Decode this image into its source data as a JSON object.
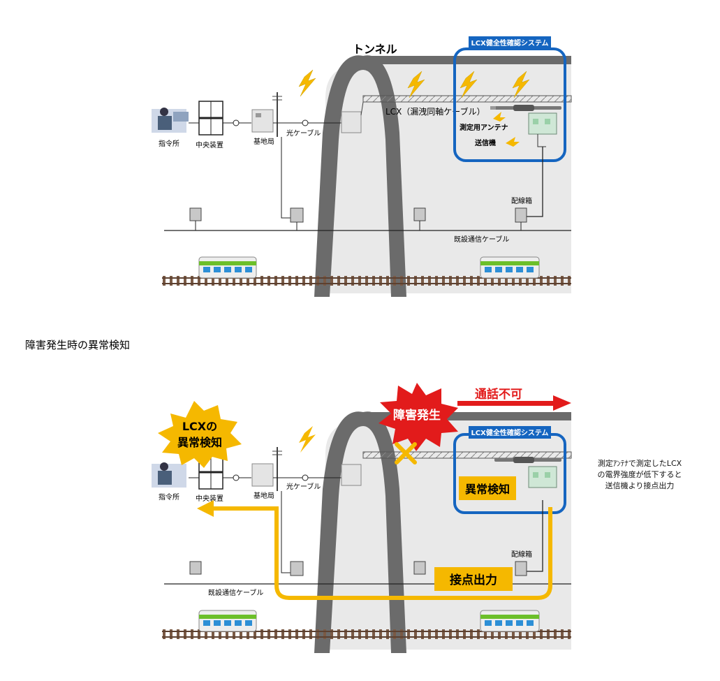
{
  "colors": {
    "tunnel": "#6b6b6b",
    "tunnel_interior": "#e8e8e8",
    "system_frame": "#1565c0",
    "accent_yellow": "#f5b800",
    "alert_red": "#e21b1b",
    "train_green": "#6cbf2a",
    "train_blue": "#2d8fd6",
    "rail": "#8a6a55"
  },
  "icons": [
    "dispatcher-icon",
    "central-equipment-icon",
    "base-station-icon",
    "radio-wave-icon",
    "antenna-icon",
    "transmitter-icon",
    "junction-box-icon",
    "train-icon",
    "cross-mark-icon",
    "arrow-icon"
  ],
  "diagram_top": {
    "tunnel_label": "トンネル",
    "system_title": "LCX健全性確認システム",
    "lcx_label": "LCX（漏洩同軸ケーブル）",
    "antenna_label": "測定用アンテナ",
    "transmitter_label": "送信機",
    "dispatch_label": "指令所",
    "central_label": "中央装置",
    "base_station_label": "基地局",
    "optical_cable_label": "光ケーブル",
    "junction_box_label": "配線箱",
    "existing_cable_label": "既設通信ケーブル"
  },
  "section_heading": "障害発生時の異常検知",
  "diagram_bottom": {
    "system_title": "LCX健全性確認システム",
    "lcx_alert_line1": "LCXの",
    "lcx_alert_line2": "異常検知",
    "fault_label": "障害発生",
    "no_call_label": "通話不可",
    "anomaly_label": "異常検知",
    "contact_output_label": "接点出力",
    "dispatch_label": "指令所",
    "central_label": "中央装置",
    "base_station_label": "基地局",
    "optical_cable_label": "光ケーブル",
    "junction_box_label": "配線箱",
    "existing_cable_label": "既設通信ケーブル",
    "side_note": "測定ｱﾝﾃﾅで測定したLCX\nの電界強度が低下すると\n送信機より接点出力"
  }
}
